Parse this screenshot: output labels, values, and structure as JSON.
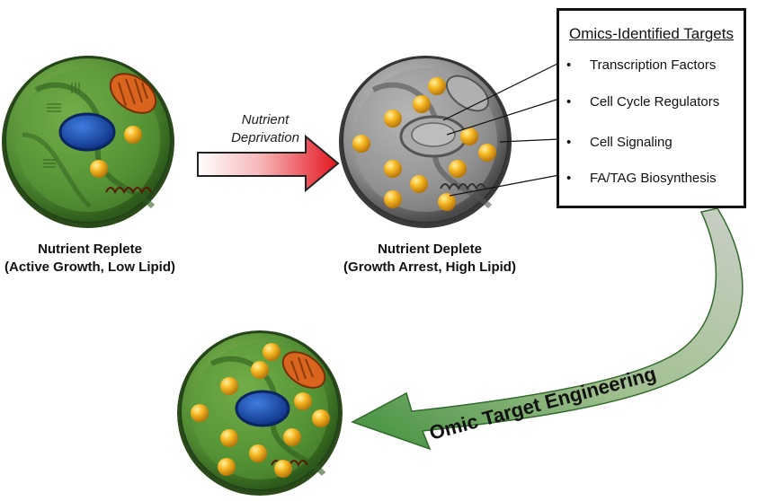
{
  "cells": {
    "replete": {
      "label_line1": "Nutrient Replete",
      "label_line2": "(Active Growth, Low Lipid)"
    },
    "deplete": {
      "label_line1": "Nutrient Deplete",
      "label_line2": "(Growth Arrest, High Lipid)"
    }
  },
  "arrow": {
    "label_line1": "Nutrient",
    "label_line2": "Deprivation"
  },
  "targets": {
    "title": "Omics-Identified Targets",
    "items": [
      "Transcription Factors",
      "Cell Cycle Regulators",
      "Cell Signaling",
      "FA/TAG Biosynthesis"
    ]
  },
  "engineering": {
    "label": "Omic Target Engineering"
  },
  "colors": {
    "cell_green": "#4f8a32",
    "cell_rim": "#3e6f26",
    "nucleus": "#1e50b0",
    "mitochondrion": "#d9641e",
    "lipid": "#f0a818",
    "cell_gray": "#8a8a8a",
    "arrow_red": "#e8202a"
  }
}
